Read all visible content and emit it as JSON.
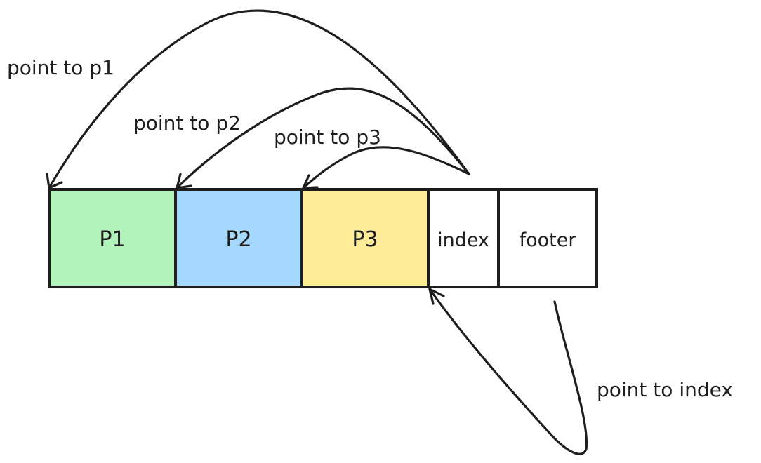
{
  "diagram": {
    "title": "",
    "cells": [
      {
        "id": "p1",
        "label": "P1",
        "color": "#b2f2bb"
      },
      {
        "id": "p2",
        "label": "P2",
        "color": "#a5d8ff"
      },
      {
        "id": "p3",
        "label": "P3",
        "color": "#ffec99"
      },
      {
        "id": "index",
        "label": "index",
        "color": "#ffffff"
      },
      {
        "id": "footer",
        "label": "footer",
        "color": "#ffffff"
      }
    ],
    "edges": [
      {
        "id": "index-to-p1",
        "from": "index",
        "to": "p1",
        "label": "point to p1"
      },
      {
        "id": "index-to-p2",
        "from": "index",
        "to": "p2",
        "label": "point to p2"
      },
      {
        "id": "index-to-p3",
        "from": "index",
        "to": "p3",
        "label": "point to p3"
      },
      {
        "id": "footer-to-index",
        "from": "footer",
        "to": "index",
        "label": "point to index"
      }
    ],
    "stroke_color": "#1e1e1e"
  }
}
